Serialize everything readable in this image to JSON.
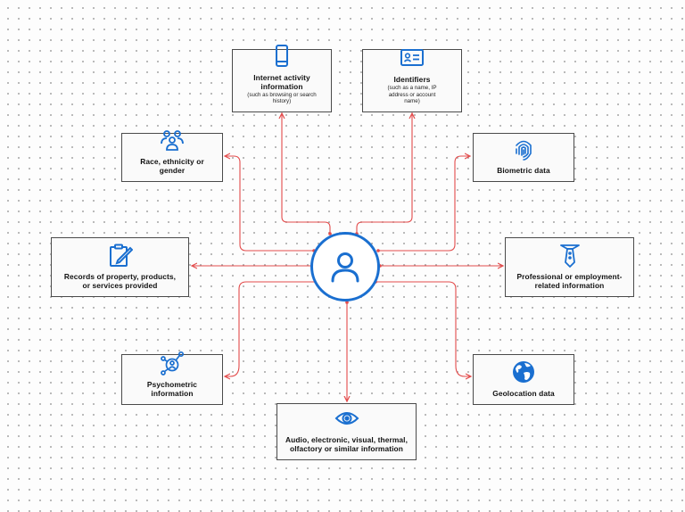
{
  "diagram": {
    "center": {
      "icon": "person-icon"
    },
    "categories": [
      {
        "id": "internet",
        "label": "Internet activity information",
        "sub": "(such as browsing or search history)",
        "icon": "smartphone-icon"
      },
      {
        "id": "identifiers",
        "label": "Identifiers",
        "sub": "(such as a name, IP address or account name)",
        "icon": "id-card-icon"
      },
      {
        "id": "race",
        "label": "Race, ethnicity or gender",
        "icon": "group-icon"
      },
      {
        "id": "biometric",
        "label": "Biometric data",
        "icon": "fingerprint-icon"
      },
      {
        "id": "records",
        "label": "Records of property, products, or services provided",
        "icon": "clipboard-edit-icon"
      },
      {
        "id": "professional",
        "label": "Professional or employment-related information",
        "icon": "necktie-icon"
      },
      {
        "id": "psychometric",
        "label": "Psychometric information",
        "icon": "network-person-icon"
      },
      {
        "id": "geolocation",
        "label": "Geolocation data",
        "icon": "globe-icon"
      },
      {
        "id": "audio",
        "label": "Audio, electronic, visual, thermal, olfactory or similar information",
        "icon": "eye-icon"
      }
    ],
    "colors": {
      "icon": "#1a6fd0",
      "connector": "#e34b4b",
      "border": "#4a4a4a"
    }
  }
}
